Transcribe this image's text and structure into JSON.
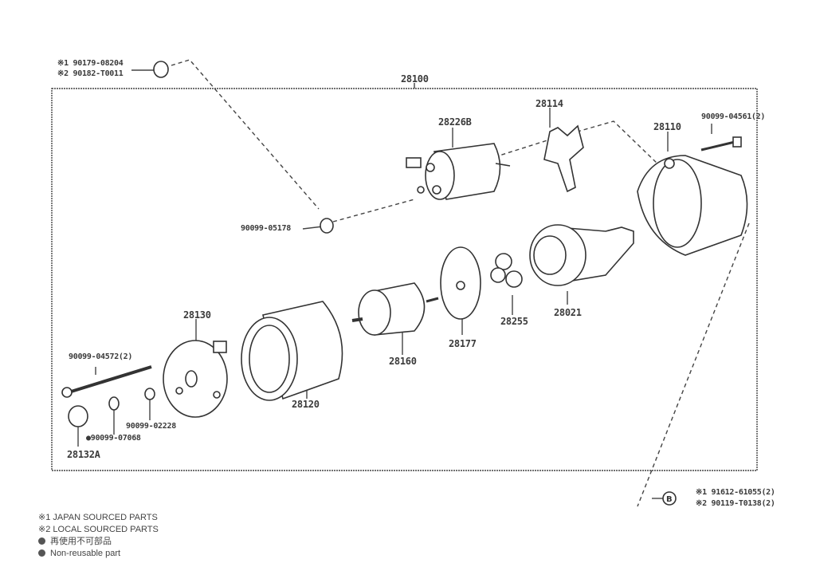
{
  "assembly": {
    "number": "28100"
  },
  "callouts": {
    "top_left_1": "※1 90179-08204",
    "top_left_2": "※2 90182-T0011",
    "bottom_right_1": "※1 91612-61055(2)",
    "bottom_right_2": "※2 90119-T0138(2)",
    "bottom_right_marker": "B"
  },
  "parts": {
    "p28226b": "28226B",
    "p28114": "28114",
    "p28110": "28110",
    "p90099_04561": "90099-04561(2)",
    "p90099_05178": "90099-05178",
    "p28021": "28021",
    "p28255": "28255",
    "p28177": "28177",
    "p28160": "28160",
    "p28120": "28120",
    "p28130": "28130",
    "p90099_04572": "90099-04572(2)",
    "p90099_02228": "90099-02228",
    "p90099_07068": "●90099-07068",
    "p28132a": "28132A"
  },
  "legend": [
    "※1 JAPAN SOURCED PARTS",
    "※2 LOCAL SOURCED PARTS",
    "再使用不可部品",
    "Non-reusable part"
  ]
}
